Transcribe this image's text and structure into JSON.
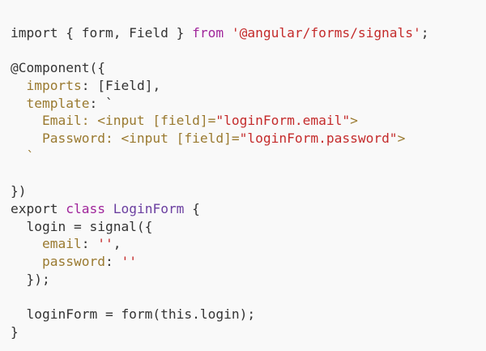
{
  "editor": {
    "background": "#f9f9f9",
    "colors": {
      "default": "#333333",
      "keyword": "#a0269b",
      "string": "#c42b2b",
      "property": "#9a7a30",
      "class_name": "#6b3fa0"
    },
    "lines": [
      {
        "tokens": [
          {
            "t": "import { form, Field } ",
            "c": "plain"
          },
          {
            "t": "from",
            "c": "kw"
          },
          {
            "t": " ",
            "c": "plain"
          },
          {
            "t": "'@angular/forms/signals'",
            "c": "str"
          },
          {
            "t": ";",
            "c": "plain"
          }
        ]
      },
      {
        "tokens": []
      },
      {
        "tokens": [
          {
            "t": "@Component({",
            "c": "plain"
          }
        ]
      },
      {
        "tokens": [
          {
            "t": "  ",
            "c": "plain"
          },
          {
            "t": "imports",
            "c": "prop"
          },
          {
            "t": ": [Field],",
            "c": "plain"
          }
        ]
      },
      {
        "tokens": [
          {
            "t": "  ",
            "c": "plain"
          },
          {
            "t": "template",
            "c": "prop"
          },
          {
            "t": ": `",
            "c": "plain"
          }
        ]
      },
      {
        "tokens": [
          {
            "t": "    Email: <input [field]=",
            "c": "prop"
          },
          {
            "t": "\"loginForm.email\"",
            "c": "str"
          },
          {
            "t": ">",
            "c": "prop"
          }
        ]
      },
      {
        "tokens": [
          {
            "t": "    Password: <input [field]=",
            "c": "prop"
          },
          {
            "t": "\"loginForm.password\"",
            "c": "str"
          },
          {
            "t": ">",
            "c": "prop"
          }
        ]
      },
      {
        "tokens": [
          {
            "t": "  `",
            "c": "prop"
          }
        ]
      },
      {
        "tokens": []
      },
      {
        "tokens": [
          {
            "t": "})",
            "c": "plain"
          }
        ]
      },
      {
        "tokens": [
          {
            "t": "export ",
            "c": "plain"
          },
          {
            "t": "class",
            "c": "kw"
          },
          {
            "t": " ",
            "c": "plain"
          },
          {
            "t": "LoginForm",
            "c": "cls"
          },
          {
            "t": " {",
            "c": "plain"
          }
        ]
      },
      {
        "tokens": [
          {
            "t": "  login = signal({",
            "c": "plain"
          }
        ]
      },
      {
        "tokens": [
          {
            "t": "    ",
            "c": "plain"
          },
          {
            "t": "email",
            "c": "prop"
          },
          {
            "t": ": ",
            "c": "plain"
          },
          {
            "t": "''",
            "c": "str"
          },
          {
            "t": ",",
            "c": "plain"
          }
        ]
      },
      {
        "tokens": [
          {
            "t": "    ",
            "c": "plain"
          },
          {
            "t": "password",
            "c": "prop"
          },
          {
            "t": ": ",
            "c": "plain"
          },
          {
            "t": "''",
            "c": "str"
          }
        ]
      },
      {
        "tokens": [
          {
            "t": "  });",
            "c": "plain"
          }
        ]
      },
      {
        "tokens": []
      },
      {
        "tokens": [
          {
            "t": "  loginForm = form(this.login);",
            "c": "plain"
          }
        ]
      },
      {
        "tokens": [
          {
            "t": "}",
            "c": "plain"
          }
        ]
      }
    ]
  }
}
